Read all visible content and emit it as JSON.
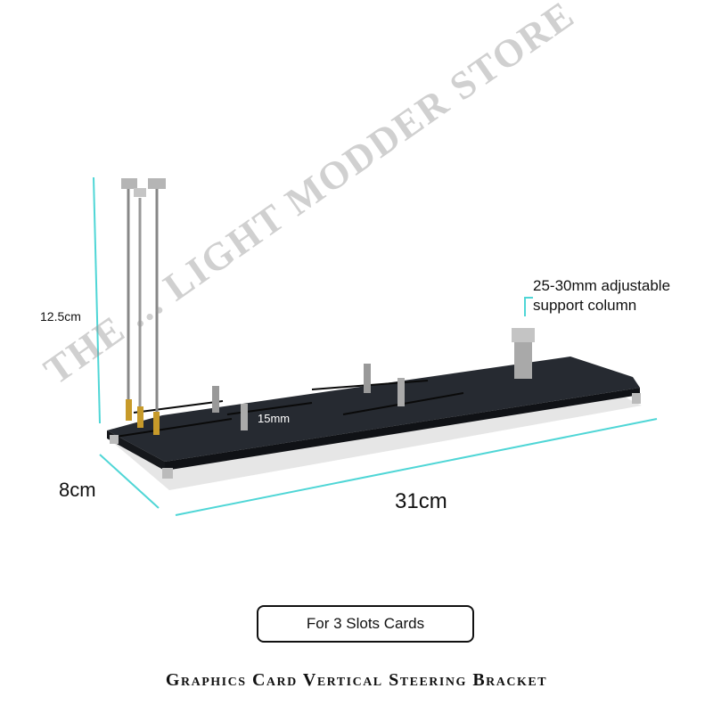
{
  "dimensions": {
    "height": "12.5cm",
    "depth": "8cm",
    "width": "31cm",
    "slot_spacing": "15mm",
    "support_line1": "25-30mm adjustable",
    "support_line2": "support column"
  },
  "watermark": "THE ... LIGHT MODDER STORE",
  "badge": "For 3 Slots Cards",
  "caption": "Graphics Card Vertical Steering Bracket",
  "colors": {
    "dimension_line": "#4fd6d6",
    "plate": "#23272e",
    "accent": "#c79a2a"
  }
}
